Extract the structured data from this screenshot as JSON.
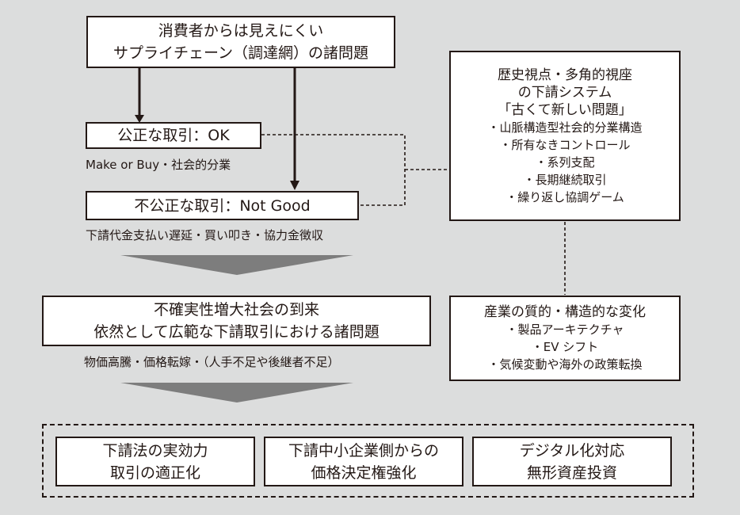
{
  "top_box": {
    "lines": [
      "消費者からは見えにくい",
      "サプライチェーン（調達網）の諸問題"
    ]
  },
  "fair_box": {
    "label": "公正な取引：OK"
  },
  "fair_note": "Make or Buy・社会的分業",
  "unfair_box": {
    "label": "不公正な取引：Not Good"
  },
  "unfair_note": "下請代金支払い遅延・買い叩き・協力金徴収",
  "history_box": {
    "heading": [
      "歴史視点・多角的視座",
      "の下請システム",
      "「古くて新しい問題」"
    ],
    "items": [
      "・山脈構造型社会的分業構造",
      "・所有なきコントロール",
      "・系列支配",
      "・長期継続取引",
      "・繰り返し協調ゲーム"
    ]
  },
  "uncertainty_box": {
    "lines": [
      "不確実性増大社会の到来",
      "依然として広範な下請取引における諸問題"
    ]
  },
  "uncertainty_note": "物価高騰・価格転嫁・（人手不足や後継者不足）",
  "change_box": {
    "heading": "産業の質的・構造的な変化",
    "items": [
      "・製品アーキテクチャ",
      "・EV シフト",
      "・気候変動や海外の政策転換"
    ]
  },
  "solutions": [
    {
      "lines": [
        "下請法の実効力",
        "取引の適正化"
      ]
    },
    {
      "lines": [
        "下請中小企業側からの",
        "価格決定権強化"
      ]
    },
    {
      "lines": [
        "デジタル化対応",
        "無形資産投資"
      ]
    }
  ],
  "colors": {
    "background": "#dcdddd",
    "arrow": "#7d7d7d",
    "line": "#231815"
  }
}
